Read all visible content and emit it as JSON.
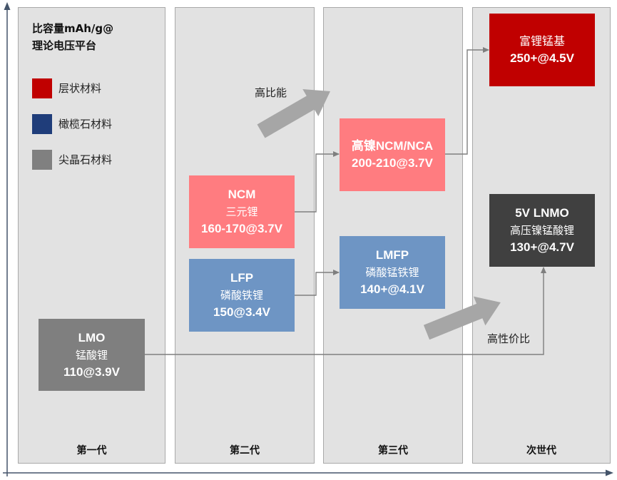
{
  "legend_title": {
    "line1": "比容量mAh/g@",
    "line2": "理论电压平台"
  },
  "legend": {
    "layered": {
      "label": "层状材料",
      "color": "#c00000"
    },
    "olivine": {
      "label": "橄榄石材料",
      "color": "#1f3d7a"
    },
    "spinel": {
      "label": "尖晶石材料",
      "color": "#808080"
    }
  },
  "generations": {
    "first": "第一代",
    "second": "第二代",
    "third": "第三代",
    "next": "次世代"
  },
  "materials": {
    "lmo": {
      "name": "LMO",
      "cn_name": "锰酸锂",
      "spec": "110@3.9V",
      "color": "#7f7f7f"
    },
    "ncm": {
      "name": "NCM",
      "cn_name": "三元锂",
      "spec": "160-170@3.7V",
      "color": "#ff7c80"
    },
    "lfp": {
      "name": "LFP",
      "cn_name": "磷酸铁锂",
      "spec": "150@3.4V",
      "color": "#6e95c4"
    },
    "high_nickel": {
      "name": "高镍NCM/NCA",
      "spec": "200-210@3.7V",
      "color": "#ff7c80"
    },
    "lmfp": {
      "name": "LMFP",
      "cn_name": "磷酸锰铁锂",
      "spec": "140+@4.1V",
      "color": "#6e95c4"
    },
    "li_rich": {
      "name": "富锂锰基",
      "spec": "250+@4.5V",
      "color": "#c00000"
    },
    "lnmo": {
      "name": "5V LNMO",
      "cn_name": "高压镍锰酸锂",
      "spec": "130+@4.7V",
      "color": "#404040"
    }
  },
  "trends": {
    "high_energy": "高比能",
    "cost_effective": "高性价比"
  },
  "colors": {
    "column_bg": "#e2e2e2",
    "connector": "#7f7f7f",
    "trend_arrow": "#a6a6a6",
    "axis": "#44546a"
  }
}
